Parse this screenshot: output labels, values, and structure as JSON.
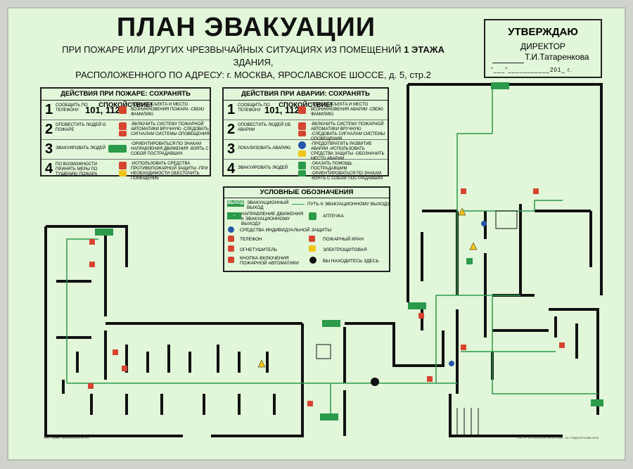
{
  "title": "ПЛАН ЭВАКУАЦИИ",
  "subtitle": {
    "line1_prefix": "ПРИ ПОЖАРЕ  ИЛИ ДРУГИХ ЧРЕЗВЫЧАЙНЫХ СИТУАЦИЯХ  ИЗ ПОМЕЩЕНИЙ",
    "line1_bold": "1 ЭТАЖА",
    "line1_suffix": "ЗДАНИЯ,",
    "line2": "РАСПОЛОЖЕННОГО ПО АДРЕСУ:  г. МОСКВА, ЯРОСЛАВСКОЕ ШОССЕ, д. 5, стр.2"
  },
  "approval": {
    "header": "УТВЕРЖДАЮ",
    "role": "ДИРЕКТОР",
    "name": "Т.И.Татаренкова",
    "date_line": "\"___\"___________201_ г."
  },
  "fire_box": {
    "header": "ДЕЙСТВИЯ ПРИ ПОЖАРЕ: СОХРАНЯТЬ СПОКОЙСТВИЕ!",
    "steps": [
      {
        "num": "1",
        "action": "СООБЩИТЬ ПО ТЕЛЕФОНУ",
        "phone": "101, 112",
        "desc": "-АДРЕС ОБЪЕКТА И МЕСТО ВОЗНИКНОВЕНИЯ ПОЖАРА -СВОЮ ФАМИЛИЮ"
      },
      {
        "num": "2",
        "action": "ОПОВЕСТИТЬ ЛЮДЕЙ О ПОЖАРЕ",
        "phone": "",
        "desc": "-ВКЛЮЧИТЬ СИСТЕМУ ПОЖАРНОЙ АВТОМАТИКИ ВРУЧНУЮ -СЛЕДОВАТЬ СИГНАЛАМ СИСТЕМЫ ОПОВЕЩЕНИЯ"
      },
      {
        "num": "3",
        "action": "ЭВАКУИРОВАТЬ ЛЮДЕЙ",
        "phone": "",
        "desc": "-ОРИЕНТИРОВАТЬСЯ ПО ЗНАКАМ НАПРАВЛЕНИЯ ДВИЖЕНИЯ -ВЗЯТЬ С СОБОЙ ПОСТРАДАВШИХ"
      },
      {
        "num": "4",
        "action": "ПО ВОЗМОЖНОСТИ ПРИНЯТЬ МЕРЫ ПО ТУШЕНИЮ ПОЖАРА",
        "phone": "",
        "desc": "-ИСПОЛЬЗОВАТЬ СРЕДСТВА ПРОТИВОПОЖАРНОЙ ЗАЩИТЫ -ПРИ НЕОБХОДИМОСТИ ОБЕСТОЧИТЬ ПОМЕЩЕНИЕ"
      }
    ]
  },
  "accident_box": {
    "header": "ДЕЙСТВИЯ ПРИ АВАРИИ: СОХРАНЯТЬ СПОКОЙСТВИЕ!",
    "steps": [
      {
        "num": "1",
        "action": "СООБЩИТЬ ПО ТЕЛЕФОНУ",
        "phone": "101, 112",
        "desc": "-АДРЕС ОБЪЕКТА И МЕСТО ВОЗНИКНОВЕНИЯ АВАРИИ -СВОЮ ФАМИЛИЮ"
      },
      {
        "num": "2",
        "action": "ОПОВЕСТИТЬ ЛЮДЕЙ ОБ АВАРИИ",
        "phone": "",
        "desc": "-ВКЛЮЧИТЬ СИСТЕМУ ПОЖАРНОЙ АВТОМАТИКИ ВРУЧНУЮ -СЛЕДОВАТЬ СИГНАЛАМ СИСТЕМЫ ОПОВЕЩЕНИЯ"
      },
      {
        "num": "3",
        "action": "ЛОКАЛИЗОВАТЬ АВАРИЮ",
        "phone": "",
        "desc": "-ПРЕДОТВРАТИТЬ РАЗВИТИЕ АВАРИИ -ИСПОЛЬЗОВАТЬ СРЕДСТВА ЗАЩИТЫ -ОБОЗНАЧИТЬ МЕСТО АВАРИИ"
      },
      {
        "num": "4",
        "action": "ЭВАКУИРОВАТЬ ЛЮДЕЙ",
        "phone": "",
        "desc": "-ОКАЗАТЬ ПОМОЩЬ ПОСТРАДАВШИМ -ОРИЕНТИРОВАТЬСЯ ПО ЗНАКАМ -ВЗЯТЬ С СОБОЙ ПОСТРАДАВШИХ"
      }
    ]
  },
  "legend": {
    "header": "УСЛОВНЫЕ ОБОЗНАЧЕНИЯ",
    "items": {
      "exit": "ЭВАКУАЦИОННЫЙ ВЫХОД",
      "path": "ПУТЬ К ЭВАКУАЦИОННОМУ ВЫХОДУ",
      "direction": "НАПРАВЛЕНИЕ ДВИЖЕНИЯ К ЭВАКУАЦИОННОМУ ВЫХОДУ",
      "firstaid": "АПТЕЧКА",
      "ppe": "СРЕДСТВА ИНДИВИДУАЛЬНОЙ ЗАЩИТЫ",
      "phone": "ТЕЛЕФОН",
      "hydrant": "ПОЖАРНЫЙ КРАН",
      "extinguisher": "ОГНЕТУШИТЕЛЬ",
      "electrical": "ЭЛЕКТРОЩИТОВАЯ",
      "alarm_button": "КНОПКА ВКЛЮЧЕНИЯ ПОЖАРНОЙ АВТОМАТИКИ",
      "you_are_here": "ВЫ НАХОДИТЕСЬ ЗДЕСЬ"
    }
  },
  "sign_text": "ВЫХОД",
  "footer_left": "ООО \"Арион\" WWW.ARION-SK.RU",
  "footer_right": "ГОСТ Р 12.2.143-2009 200-25-1446 - ЗО. ПОДЛЬЗУНОВА 2016",
  "colors": {
    "board": "#e2f6d9",
    "green": "#2b9a4a",
    "red": "#d64430",
    "wall": "#111111"
  }
}
